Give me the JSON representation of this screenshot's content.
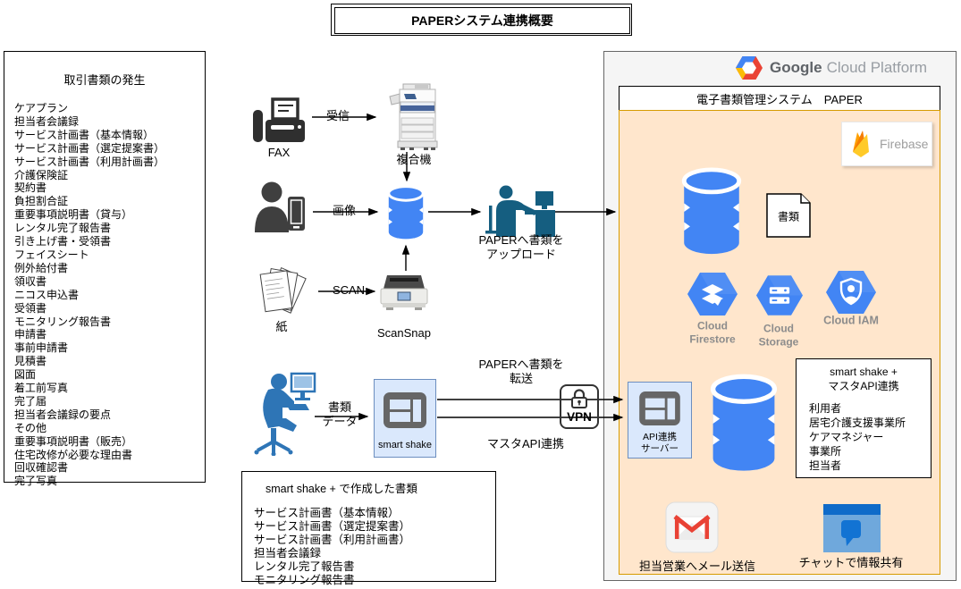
{
  "title": "PAPERシステム連携概要",
  "colors": {
    "cylinder_blue": "#4285F4",
    "gcp_panel_bg": "#F5F5F5",
    "gcp_panel_border": "#666666",
    "paper_panel_bg": "#FFE6CC",
    "paper_panel_border": "#D79B00",
    "smart_shake_bg": "#DAE8FC",
    "smart_shake_border": "#6C8EBF",
    "gmail_red": "#E94235",
    "firebase_yellow": "#FFCA28",
    "chat_blue": "#1273D3",
    "upload_person_teal": "#155E80",
    "pc_person_blue": "#2E75B6"
  },
  "left_panel": {
    "title": "取引書類の発生",
    "items": [
      "ケアプラン",
      "担当者会議録",
      "サービス計画書（基本情報）",
      "サービス計画書（選定提案書）",
      "サービス計画書（利用計画書）",
      "介護保険証",
      "契約書",
      "負担割合証",
      "重要事項説明書（貸与）",
      "レンタル完了報告書",
      "引き上げ書・受領書",
      "フェイスシート",
      "例外給付書",
      "領収書",
      "ニコス申込書",
      "受領書",
      "モニタリング報告書",
      "申請書",
      "事前申請書",
      "見積書",
      "図面",
      "着工前写真",
      "完了届",
      "担当者会議録の要点",
      "その他",
      "重要事項説明書（販売）",
      "住宅改修が必要な理由書",
      "回収確認書",
      "完了写真"
    ]
  },
  "flow": {
    "fax": "FAX",
    "receive": "受信",
    "copier": "複合機",
    "image": "画像",
    "paper": "紙",
    "scan": "SCAN",
    "scansnap": "ScanSnap",
    "upload": "PAPERへ書類を\nアップロード",
    "doc_data": "書類\nデータ",
    "smart_shake": "smart shake",
    "transfer": "PAPERへ書類を\n転送",
    "vpn": "VPN",
    "master_api": "マスタAPI連携"
  },
  "created_docs": {
    "title": "smart shake + で作成した書類",
    "items": [
      "サービス計画書（基本情報）",
      "サービス計画書（選定提案書）",
      "サービス計画書（利用計画書）",
      "担当者会議録",
      "レンタル完了報告書",
      "モニタリング報告書"
    ]
  },
  "gcp": {
    "logo_bold": "Google",
    "logo_light": "Cloud Platform",
    "system_title": "電子書類管理システム　PAPER",
    "firebase": "Firebase",
    "document": "書類",
    "firestore": "Cloud\nFirestore",
    "storage": "Cloud\nStorage",
    "iam": "Cloud IAM",
    "api_server": "API連携\nサーバー",
    "master_box": {
      "title": "smart shake +\nマスタAPI連携",
      "items": [
        "利用者",
        "居宅介護支援事業所",
        "ケアマネジャー",
        "事業所",
        "担当者"
      ]
    },
    "gmail": "担当営業へメール送信",
    "chat": "チャットで情報共有"
  }
}
